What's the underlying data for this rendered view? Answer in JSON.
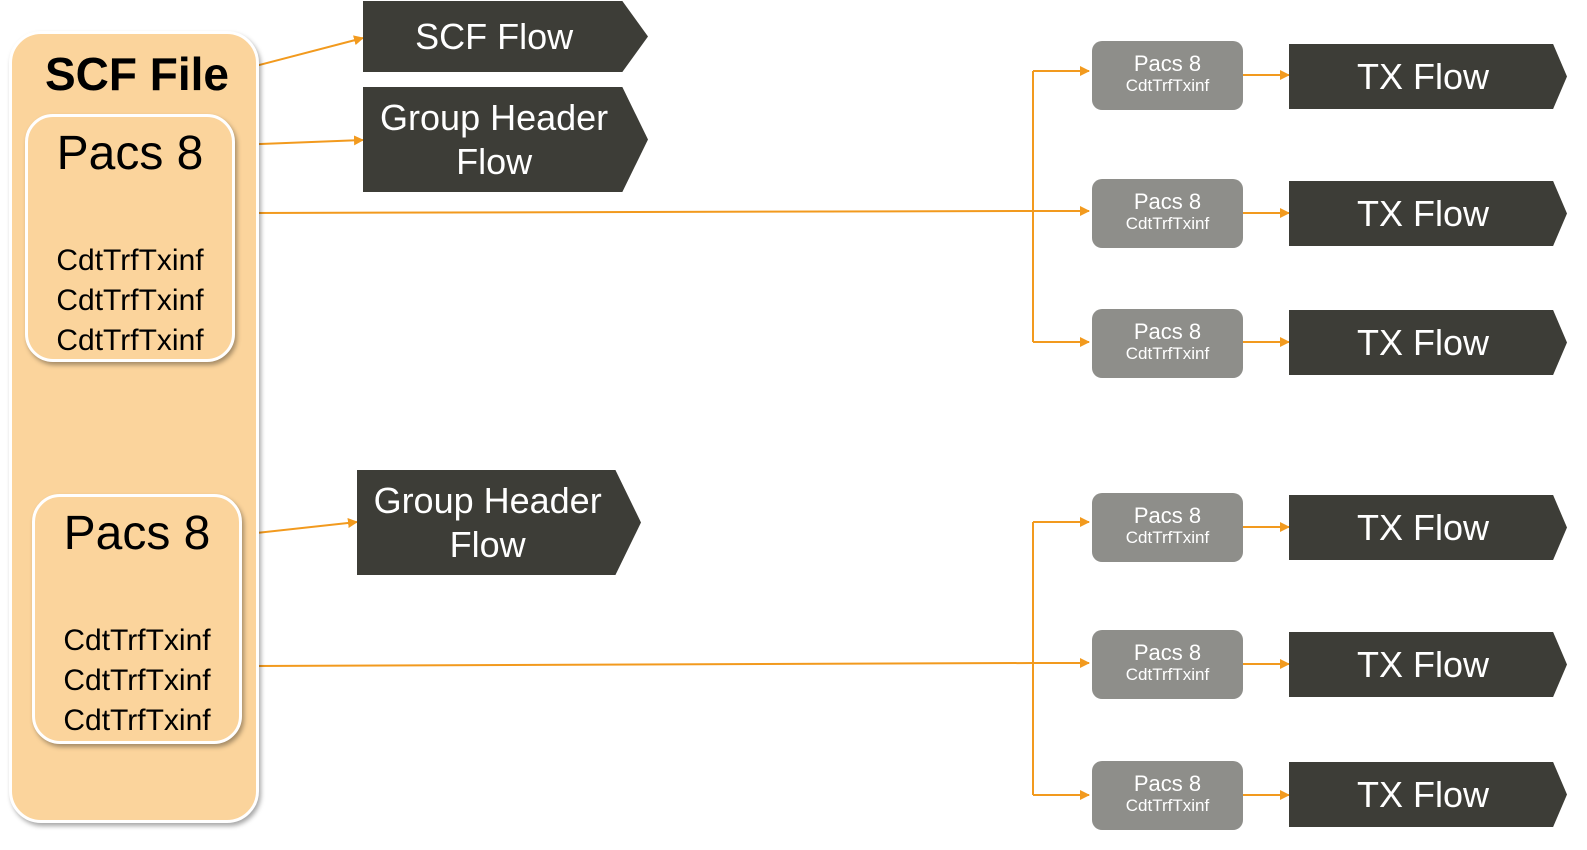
{
  "scf_file": {
    "title": "SCF File",
    "groups": [
      {
        "title": "Pacs 8",
        "transactions": [
          "CdtTrfTxinf",
          "CdtTrfTxinf",
          "CdtTrfTxinf"
        ]
      },
      {
        "title": "Pacs 8",
        "transactions": [
          "CdtTrfTxinf",
          "CdtTrfTxinf",
          "CdtTrfTxinf"
        ]
      }
    ]
  },
  "flows": {
    "scf_flow": "SCF Flow",
    "group_header_flows": [
      "Group Header Flow",
      "Group Header Flow"
    ]
  },
  "transaction_branches": [
    {
      "pacs_title": "Pacs 8",
      "pacs_sub": "CdtTrfTxinf",
      "flow": "TX Flow"
    },
    {
      "pacs_title": "Pacs 8",
      "pacs_sub": "CdtTrfTxinf",
      "flow": "TX Flow"
    },
    {
      "pacs_title": "Pacs 8",
      "pacs_sub": "CdtTrfTxinf",
      "flow": "TX Flow"
    },
    {
      "pacs_title": "Pacs 8",
      "pacs_sub": "CdtTrfTxinf",
      "flow": "TX Flow"
    },
    {
      "pacs_title": "Pacs 8",
      "pacs_sub": "CdtTrfTxinf",
      "flow": "TX Flow"
    },
    {
      "pacs_title": "Pacs 8",
      "pacs_sub": "CdtTrfTxinf",
      "flow": "TX Flow"
    }
  ],
  "colors": {
    "file_fill": "#fbd49c",
    "flow_fill": "#3d3d37",
    "pacs_small_fill": "#8e8e8a",
    "connector": "#f29a1e"
  }
}
